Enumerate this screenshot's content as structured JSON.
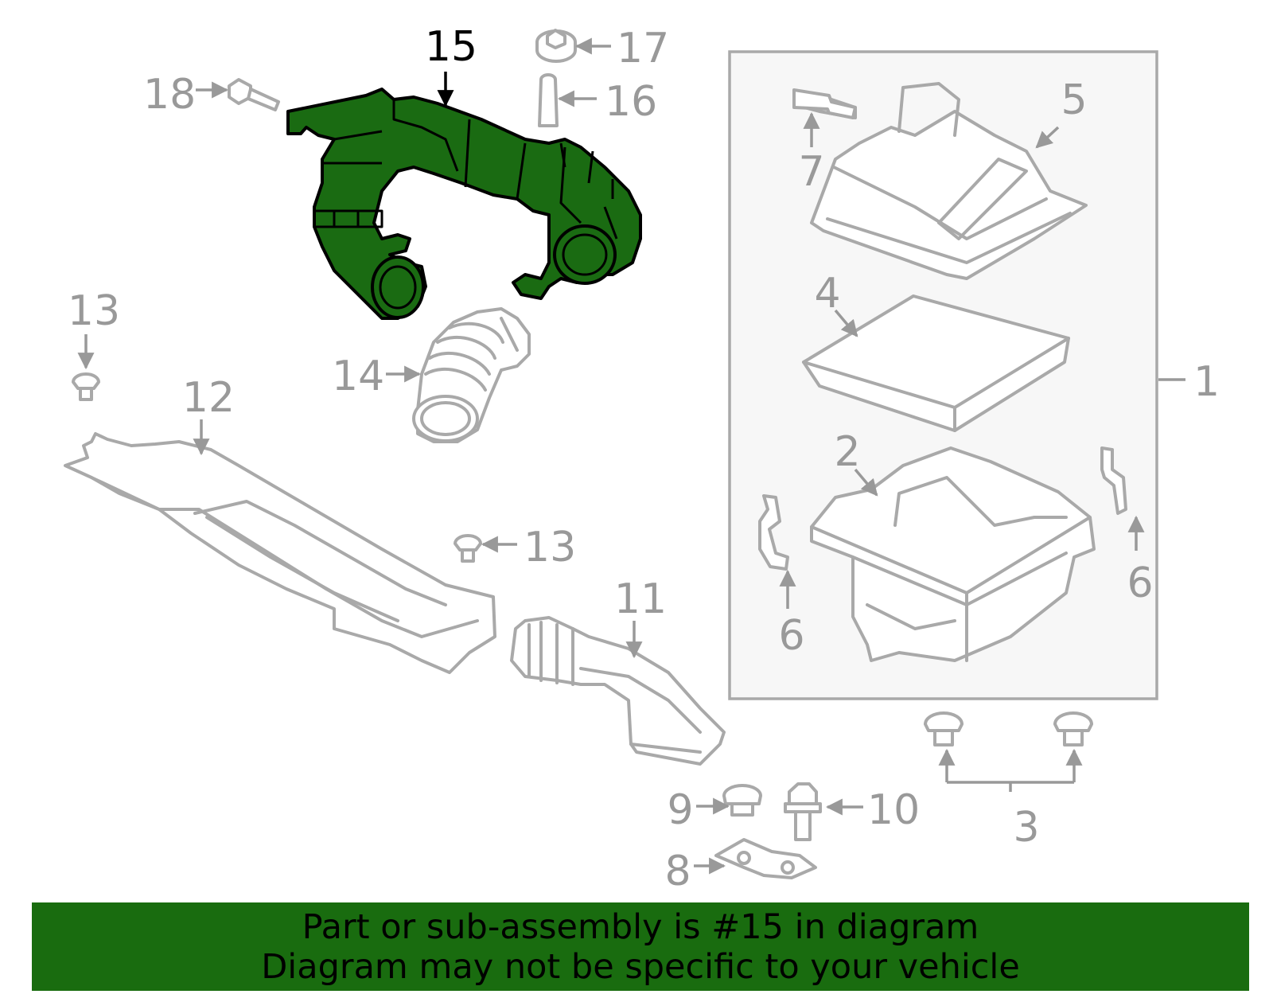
{
  "diagram": {
    "highlight_color": "#1a6b12",
    "highlighted_part": "15",
    "callouts": {
      "c1": "1",
      "c2": "2",
      "c3": "3",
      "c4": "4",
      "c5": "5",
      "c6a": "6",
      "c6b": "6",
      "c7": "7",
      "c8": "8",
      "c9": "9",
      "c10": "10",
      "c11": "11",
      "c12": "12",
      "c13a": "13",
      "c13b": "13",
      "c14": "14",
      "c15": "15",
      "c16": "16",
      "c17": "17",
      "c18": "18"
    }
  },
  "banner": {
    "background": "#196c0f",
    "line1": "Part or sub-assembly is #15 in diagram",
    "line2": "Diagram may not be specific to your vehicle"
  }
}
